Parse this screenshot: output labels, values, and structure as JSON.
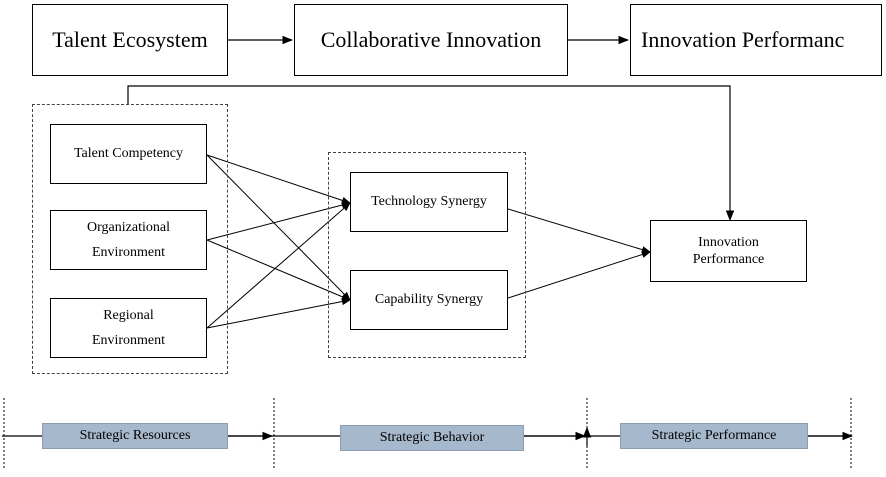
{
  "top_row": {
    "talent_ecosystem": "Talent Ecosystem",
    "collaborative_innovation": "Collaborative Innovation",
    "innovation_performance": "Innovation Performanc"
  },
  "resources": {
    "talent_competency": "Talent Competency",
    "organizational_environment": [
      "Organizational",
      "Environment"
    ],
    "regional_environment": [
      "Regional",
      "Environment"
    ]
  },
  "behavior": {
    "technology_synergy": "Technology Synergy",
    "capability_synergy": "Capability Synergy"
  },
  "performance": {
    "innovation_performance": [
      "Innovation",
      "Performance"
    ]
  },
  "timeline": {
    "strategic_resources": "Strategic Resources",
    "strategic_behavior": "Strategic Behavior",
    "strategic_performance": "Strategic Performance"
  },
  "colors": {
    "stage_fill": "#a6b8cc",
    "line": "#000000"
  }
}
